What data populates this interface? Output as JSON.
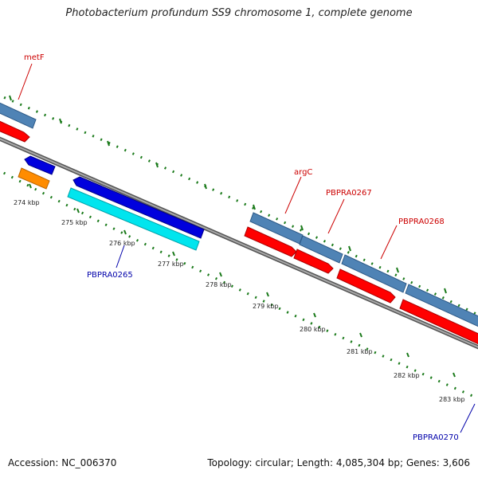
{
  "title": "Photobacterium profundum SS9 chromosome 1, complete genome",
  "footer": {
    "accession": "Accession: NC_006370",
    "topology": "Topology: circular; Length: 4,085,304 bp; Genes: 3,606"
  },
  "tick_labels": [
    "274 kbp",
    "275 kbp",
    "276 kbp",
    "277 kbp",
    "278 kbp",
    "279 kbp",
    "280 kbp",
    "281 kbp",
    "282 kbp",
    "283 kbp"
  ],
  "gene_labels": {
    "metF": "metF",
    "argC": "argC",
    "PBPRA0267": "PBPRA0267",
    "PBPRA0268": "PBPRA0268",
    "PBPRA0265": "PBPRA0265",
    "PBPRA0270": "PBPRA0270"
  },
  "colors": {
    "backbone": "#808080",
    "ticks": "#1a7a1a",
    "forward_cds": "#ff0000",
    "forward_gene": "#4f83b5",
    "reverse_cds": "#0000dd",
    "reverse_gene": "#00e5ee",
    "other_feature": "#ff8c00",
    "forward_label": "#cc0000",
    "reverse_label": "#0000aa"
  }
}
